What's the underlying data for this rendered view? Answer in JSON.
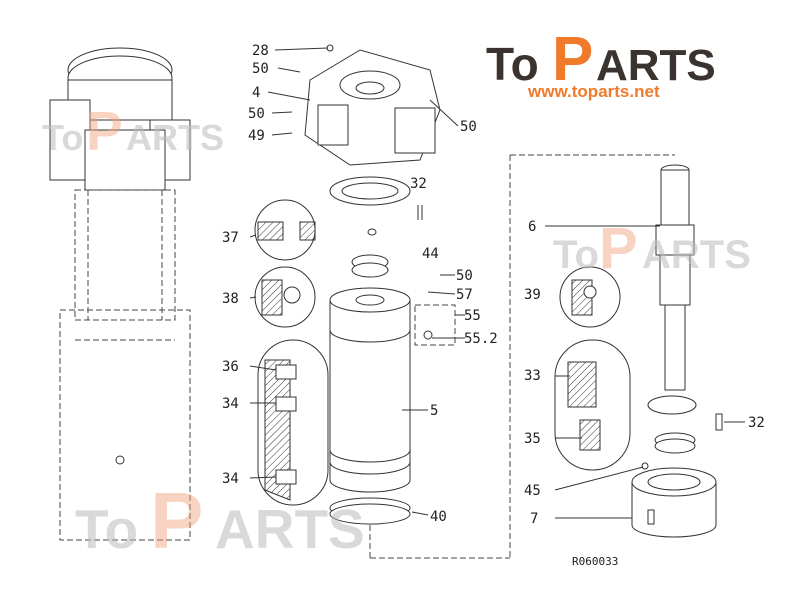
{
  "logo": {
    "to": "To",
    "p": "P",
    "arts": "ARTS",
    "url": "www.toparts.net"
  },
  "watermark": {
    "to": "To",
    "p": "P",
    "arts": "ARTS"
  },
  "drawing_ref": "R060033",
  "callouts": {
    "c28": "28",
    "c50a": "50",
    "c4": "4",
    "c50b": "50",
    "c49": "49",
    "c50c": "50",
    "c32a": "32",
    "c37": "37",
    "c44": "44",
    "c38": "38",
    "c50d": "50",
    "c57": "57",
    "c55": "55",
    "c552": "55.2",
    "c36": "36",
    "c34a": "34",
    "c5": "5",
    "c34b": "34",
    "c40": "40",
    "c6": "6",
    "c39": "39",
    "c33": "33",
    "c35": "35",
    "c32b": "32",
    "c45": "45",
    "c7": "7"
  },
  "colors": {
    "logo_dark": "#3a3330",
    "logo_orange": "#f07a2a"
  }
}
